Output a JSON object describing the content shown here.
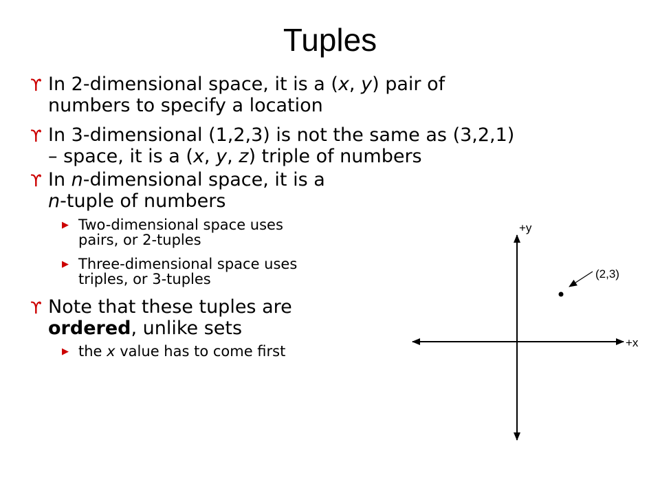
{
  "slide": {
    "title": "Tuples",
    "bullets": [
      {
        "level": 1,
        "parts": [
          {
            "t": "In 2-dimensional space, it is a ("
          },
          {
            "t": "x",
            "i": true
          },
          {
            "t": ", "
          },
          {
            "t": "y",
            "i": true
          },
          {
            "t": ") pair of"
          },
          {
            "br": true
          },
          {
            "t": "numbers to specify a location"
          }
        ]
      },
      {
        "level": 1,
        "parts": [
          {
            "t": "In 3-dimensional (1,2,3) is not the same as (3,2,1)"
          },
          {
            "br": true
          },
          {
            "t": "– space, it is a ("
          },
          {
            "t": "x",
            "i": true
          },
          {
            "t": ", "
          },
          {
            "t": "y",
            "i": true
          },
          {
            "t": ", "
          },
          {
            "t": "z",
            "i": true
          },
          {
            "t": ") triple of numbers"
          }
        ]
      },
      {
        "level": 1,
        "parts": [
          {
            "t": "In "
          },
          {
            "t": "n",
            "i": true
          },
          {
            "t": "-dimensional space, it is a"
          },
          {
            "br": true
          },
          {
            "t": "n",
            "i": true
          },
          {
            "t": "-tuple of numbers"
          }
        ]
      },
      {
        "level": 2,
        "parts": [
          {
            "t": "Two-dimensional space uses"
          },
          {
            "br": true
          },
          {
            "t": "pairs, or 2-tuples"
          }
        ]
      },
      {
        "level": 2,
        "parts": [
          {
            "t": "Three-dimensional space uses"
          },
          {
            "br": true
          },
          {
            "t": "triples, or 3-tuples"
          }
        ]
      },
      {
        "level": 1,
        "parts": [
          {
            "t": "Note that these tuples are"
          },
          {
            "br": true
          },
          {
            "t": "ordered",
            "b": true
          },
          {
            "t": ", unlike sets"
          }
        ]
      },
      {
        "level": 2,
        "parts": [
          {
            "t": "the "
          },
          {
            "t": "x",
            "i": true
          },
          {
            "t": " value has to come first"
          }
        ]
      }
    ]
  },
  "diagram": {
    "y_axis_label": "+y",
    "x_axis_label": "+x",
    "point_label": "(2,3)"
  }
}
